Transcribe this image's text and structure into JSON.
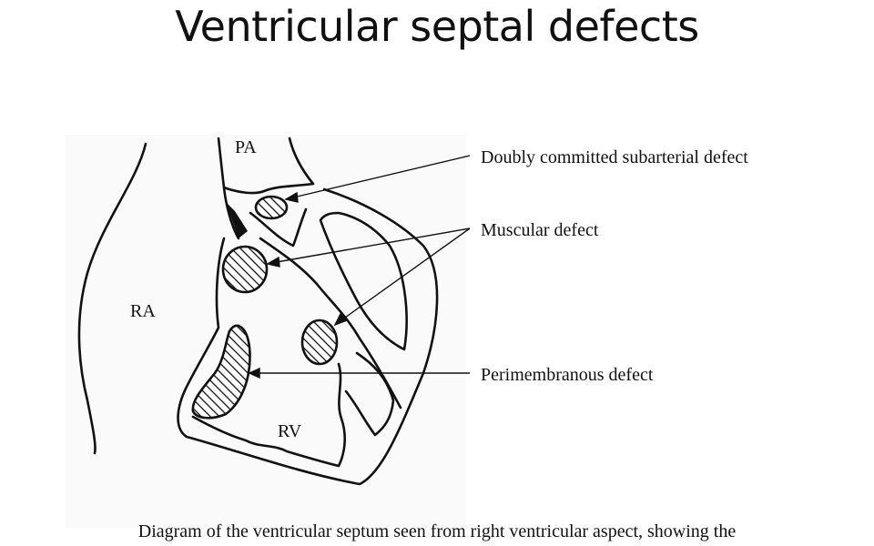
{
  "title": "Ventricular septal defects",
  "diagram": {
    "chamber_labels": {
      "pa": "PA",
      "ra": "RA",
      "rv": "RV"
    },
    "callouts": {
      "doubly_committed": "Doubly committed subarterial defect",
      "muscular": "Muscular defect",
      "perimembranous": "Perimembranous defect"
    }
  },
  "caption": "Diagram of the ventricular septum seen from right ventricular aspect, showing the"
}
